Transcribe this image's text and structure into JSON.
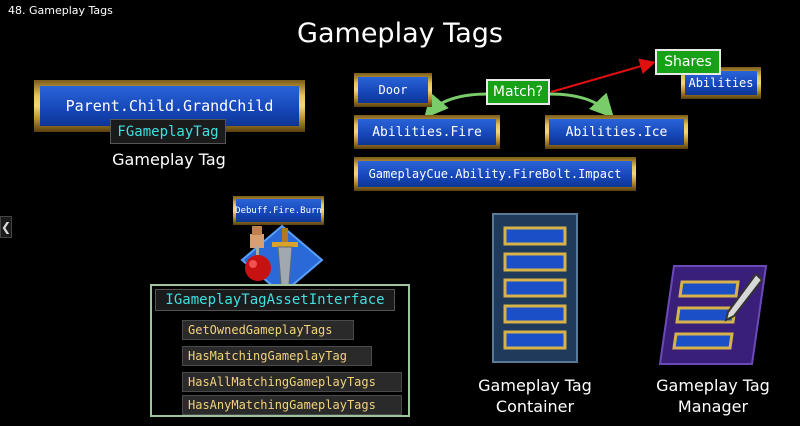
{
  "slide_label": "48. Gameplay Tags",
  "title": "Gameplay Tags",
  "left": {
    "tag": "Parent.Child.GrandChild",
    "type_label": "FGameplayTag",
    "caption": "Gameplay Tag"
  },
  "matching": {
    "door": "Door",
    "abilities_fire": "Abilities.Fire",
    "abilities_ice": "Abilities.Ice",
    "cue": "GameplayCue.Ability.FireBolt.Impact",
    "match_label": "Match?",
    "shares_label": "Shares",
    "abilities": "Abilities"
  },
  "interface": {
    "icon_tag": "Debuff.Fire.Burn",
    "name": "IGameplayTagAssetInterface",
    "functions": [
      "GetOwnedGameplayTags",
      "HasMatchingGameplayTag",
      "HasAllMatchingGameplayTags",
      "HasAnyMatchingGameplayTags"
    ]
  },
  "container": {
    "caption_line1": "Gameplay Tag",
    "caption_line2": "Container"
  },
  "manager": {
    "caption_line1": "Gameplay Tag",
    "caption_line2": "Manager"
  },
  "colors": {
    "tag_blue": "#1a4fc8",
    "gold": "#e0bb50",
    "cyan_text": "#3fe0e0",
    "match_green": "#16a116",
    "shares_arrow": "#e01010",
    "function_text": "#f2d27a"
  }
}
